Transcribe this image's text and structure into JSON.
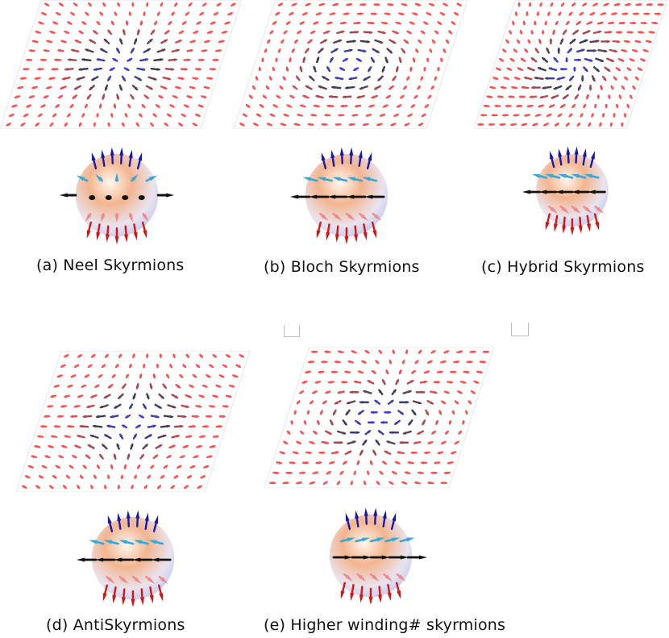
{
  "captions": {
    "a": "(a) Neel Skyrmions",
    "b": "(b) Bloch Skyrmions",
    "c": "(c) Hybrid Skyrmions",
    "d": "(d) AntiSkyrmions",
    "e": "(e) Higher winding# skyrmions"
  },
  "colors": {
    "up": "#3b3bf0",
    "mid": "#3d3d4a",
    "down": "#ff5050",
    "sphere_top": "#f3b58f",
    "sphere_bottom": "#b8c4ee"
  },
  "panels": [
    {
      "id": "a",
      "texture": "neel"
    },
    {
      "id": "b",
      "texture": "bloch"
    },
    {
      "id": "c",
      "texture": "hybrid"
    },
    {
      "id": "d",
      "texture": "anti"
    },
    {
      "id": "e",
      "texture": "higher-winding"
    }
  ]
}
